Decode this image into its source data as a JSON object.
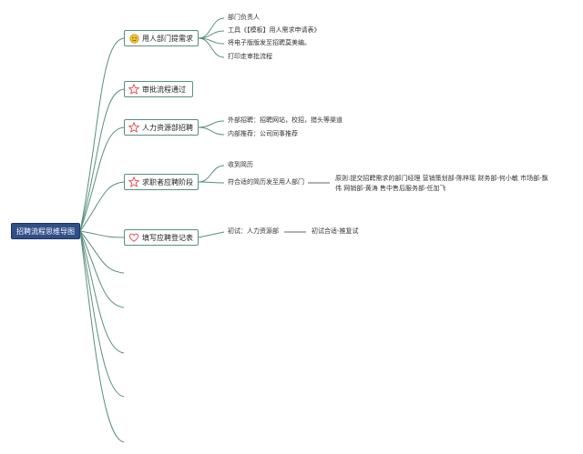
{
  "root": {
    "label": "招聘流程思维导图"
  },
  "branches": [
    {
      "label": "用人部门提需求",
      "icon": "face-icon",
      "leaves": [
        "部门负责人",
        "工具《【模板】用人需求申请表》",
        "将电子版版发至招聘莫美编。",
        "打印走审批流程"
      ]
    },
    {
      "label": "审批流程通过",
      "icon": "star-icon",
      "leaves": []
    },
    {
      "label": "人力资源部招聘",
      "icon": "star-icon",
      "leaves": [
        "外部招聘：招聘网站，校招，猎头等渠道",
        "内部推荐：公司同事推荐"
      ]
    },
    {
      "label": "求职者应聘阶段",
      "icon": "star-icon",
      "leaves": [
        "收到简历",
        "符合适的简历发至用人部门"
      ],
      "note": "原则:提交招聘需求的部门经理 营销策划部-陈梓瑶 财务部-何小敏 市场部-飘伟 网销部-黄涛 售中售后服务部-任加飞"
    },
    {
      "label": "填写应聘登记表",
      "icon": "heart-icon",
      "leaves": [
        "初试：人力资源部"
      ],
      "note": "初试合适-推复试"
    }
  ],
  "colors": {
    "link": "#5a8f7b",
    "root_fill": "#2f4f89",
    "star": "#e0474c",
    "face": "#f2c230"
  }
}
